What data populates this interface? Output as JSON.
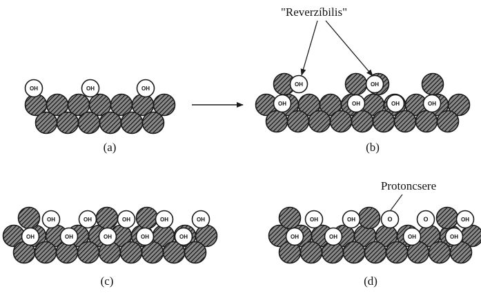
{
  "labels": {
    "a": "(a)",
    "b": "(b)",
    "c": "(c)",
    "d": "(d)"
  },
  "annotations": {
    "reversible": "\"Reverzíbilis\"",
    "proton_exchange": "Protoncsere"
  },
  "species": {
    "hydroxyl": "OH",
    "oxygen": "O"
  },
  "icons": {
    "metal_atom": "hatched-circle",
    "hydroxyl_atom": "white-circle",
    "process_arrow": "right-arrow"
  },
  "colors": {
    "ink": "#1a1a1a",
    "background": "#ffffff"
  }
}
